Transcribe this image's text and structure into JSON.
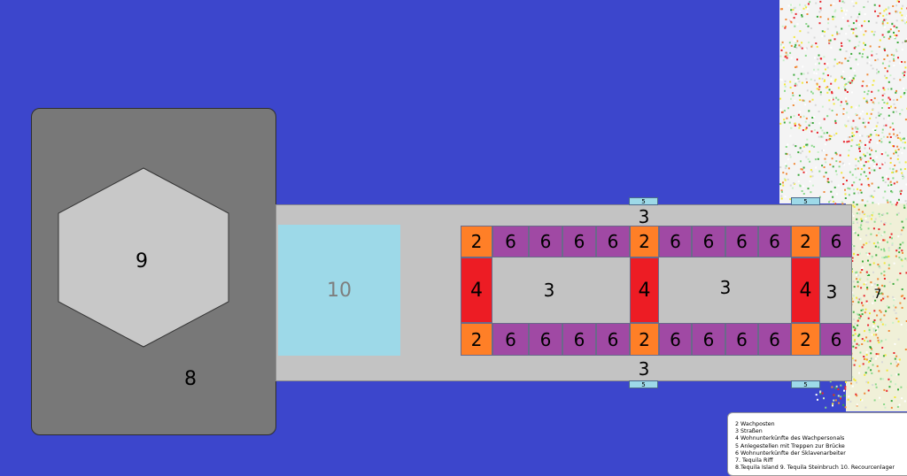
{
  "colors": {
    "water": "#3c46cc",
    "island": "#787878",
    "quarry": "#c8c8c8",
    "street": "#c3c3c3",
    "storage": "#9dd9e8",
    "guard_post": "#ff7f27",
    "guard_housing": "#ed1c24",
    "slave_housing": "#a049a4",
    "pier": "#9dd9e8"
  },
  "map": {
    "island_label": "8",
    "quarry_label": "9",
    "storage_label": "10",
    "reef_label": "7",
    "street_top": "3",
    "street_bottom": "3",
    "street_mid_1": "3",
    "street_mid_2": "3",
    "street_end": "3",
    "top_row": [
      "2",
      "6",
      "6",
      "6",
      "6",
      "2",
      "6",
      "6",
      "6",
      "6",
      "2",
      "6"
    ],
    "bottom_row": [
      "2",
      "6",
      "6",
      "6",
      "6",
      "2",
      "6",
      "6",
      "6",
      "6",
      "2",
      "6"
    ],
    "guard_housing": [
      "4",
      "4",
      "4"
    ],
    "piers": [
      "5",
      "5",
      "5",
      "5"
    ]
  },
  "legend": {
    "lines": [
      "2 Wachposten",
      "3 Straßen",
      "4 Wohnunterkünfte des Wachpersonals",
      "5 Anlegestellen mit Treppen zur Brücke",
      "6 Wohnunterkünfte der Sklavenarbeiter",
      "7. Tequila Riff",
      "8.Tequila Island    9. Tequila Steinbruch    10. Recourcenlager"
    ]
  }
}
